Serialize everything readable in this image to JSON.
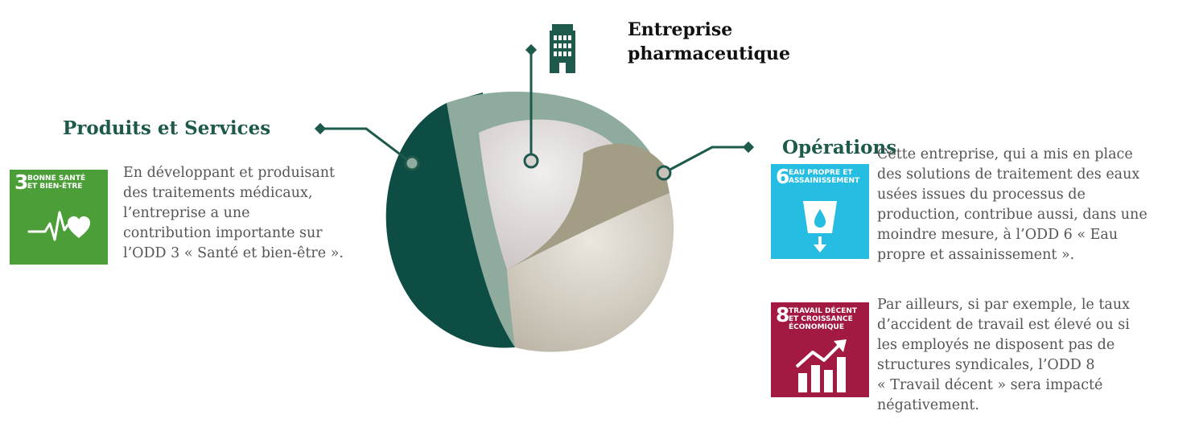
{
  "company": {
    "name_lines": [
      "Entreprise",
      "pharmaceutique"
    ],
    "icon": "office-building-icon"
  },
  "left": {
    "title": "Produits et Services",
    "description_lines": [
      "En développant et produisant",
      "des traitements médicaux,",
      "l’entreprise a une",
      "contribution importante sur",
      "l’ODD 3 « Santé et bien-être »."
    ],
    "sdg": {
      "number": "3",
      "label_lines": [
        "BONNE SANTÉ",
        "ET BIEN-ÊTRE"
      ],
      "color": "#4c9f38",
      "icon": "heartbeat-heart-icon"
    }
  },
  "right": {
    "title": "Opérations",
    "blocks": [
      {
        "description_lines": [
          "Cette entreprise, qui a mis en place",
          "des solutions de traitement des eaux",
          "usées issues du processus de",
          "production, contribue aussi, dans une",
          "moindre mesure, à l’ODD 6 « Eau",
          "propre et assainissement »."
        ],
        "sdg": {
          "number": "6",
          "label_lines": [
            "EAU PROPRE ET",
            "ASSAINISSEMENT"
          ],
          "color": "#26bde2",
          "icon": "water-glass-icon"
        }
      },
      {
        "description_lines": [
          "Par ailleurs, si par exemple, le taux",
          "d’accident de travail est élevé ou si",
          "les employés ne disposent pas de",
          "structures syndicales, l’ODD 8",
          "« Travail décent » sera impacté",
          "négativement."
        ],
        "sdg": {
          "number": "8",
          "label_lines": [
            "TRAVAIL DÉCENT",
            "ET CROISSANCE",
            "ÉCONOMIQUE"
          ],
          "color": "#a21942",
          "icon": "growth-chart-icon"
        }
      }
    ]
  },
  "colors": {
    "accent": "#1e5a4b",
    "sphere_outer": "#0e4d44",
    "sphere_shell": "#8fab9e",
    "sphere_core": "#d9d3d1",
    "sphere_wedge": "#a39d86",
    "text": "#555555"
  }
}
